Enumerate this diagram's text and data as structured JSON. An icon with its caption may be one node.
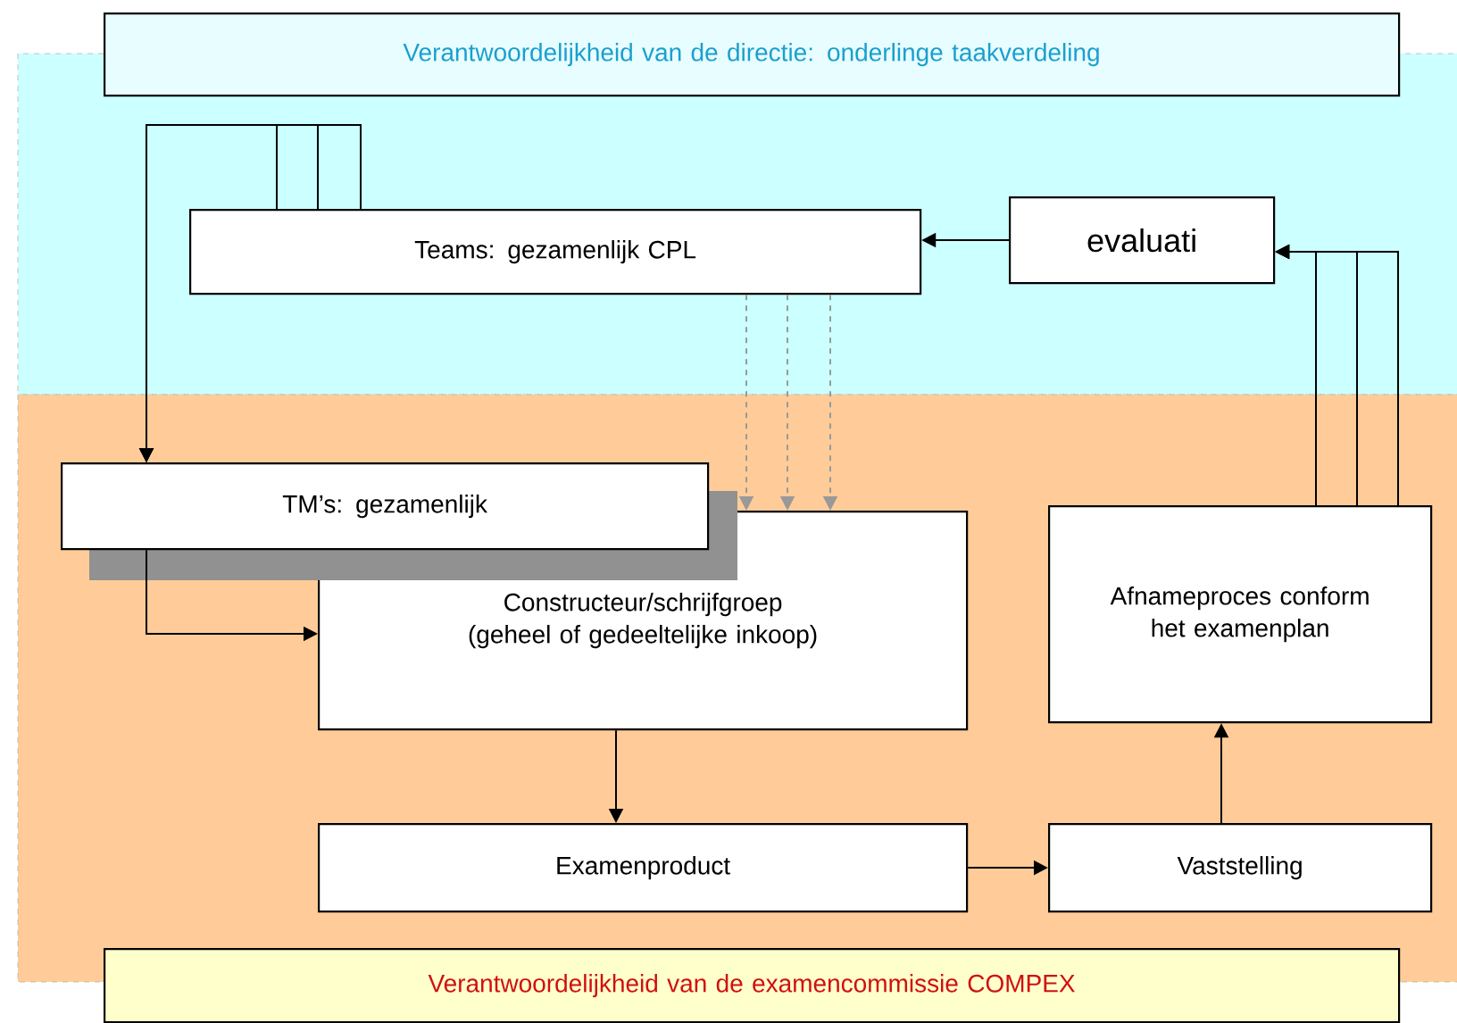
{
  "diagram": {
    "nodes": [
      {
        "text": [
          "Verantwoordelijkheid van de directie: onderlinge taakverdeling"
        ]
      },
      {
        "text": [
          "Teams: gezamenlijk CPL"
        ]
      },
      {
        "text": [
          "evaluati"
        ]
      },
      {
        "text": [
          "TM’s: gezamenlijk"
        ]
      },
      {
        "text": [
          "Constructeur/schrijfgroep (geheel of gedeeltelijke inkoop)"
        ]
      },
      {
        "text": [
          "Afnameproces conform het examenplan"
        ]
      },
      {
        "text": [
          "Examenproduct"
        ]
      },
      {
        "text": [
          "Vaststelling"
        ]
      },
      {
        "text": [
          "Verantwoordelijkheid van de examencommissie COMPEX"
        ]
      }
    ],
    "edges": [
      {
        "from": 2,
        "to": 1,
        "arrow": "to"
      },
      {
        "from": 5,
        "to": 2,
        "arrow": "to"
      },
      {
        "from": 5,
        "to": 2,
        "arrow": "to"
      },
      {
        "from": 5,
        "to": 2,
        "arrow": "to"
      },
      {
        "from": 1,
        "to": 4,
        "arrow": "to",
        "style": "dashed",
        "color": "#999999"
      },
      {
        "from": 1,
        "to": 4,
        "arrow": "to",
        "style": "dashed",
        "color": "#999999"
      },
      {
        "from": 1,
        "to": 4,
        "arrow": "to",
        "style": "dashed",
        "color": "#999999"
      },
      {
        "from": 1,
        "to": 3,
        "arrow": "to"
      },
      {
        "from": 1,
        "to": 3,
        "arrow": "to"
      },
      {
        "from": 1,
        "to": 3,
        "arrow": "to"
      },
      {
        "from": 3,
        "to": 4,
        "arrow": "to"
      },
      {
        "from": 4,
        "to": 6,
        "arrow": "to"
      },
      {
        "from": 6,
        "to": 7,
        "arrow": "to"
      },
      {
        "from": 7,
        "to": 5,
        "arrow": "to"
      }
    ]
  }
}
